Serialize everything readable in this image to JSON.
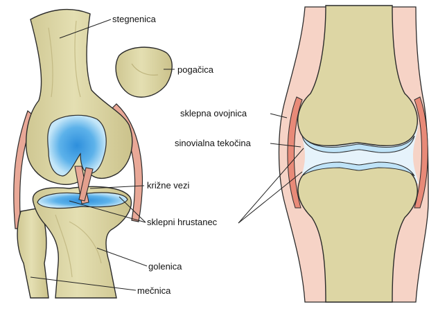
{
  "labels": {
    "femur": "stegnenica",
    "patella": "pogačica",
    "cruciate": "križne vezi",
    "cartilage": "sklepni hrustanec",
    "tibia": "golenica",
    "fibula": "mečnica",
    "capsule": "sklepna ovojnica",
    "synovial": "sinovialna tekočina"
  },
  "colors": {
    "bone": "#ddd6a4",
    "bone_shade": "#c9c089",
    "cartilage_blue": "#4aa7e3",
    "cartilage_light": "#bfe3f7",
    "ligament": "#e9a897",
    "capsule": "#f2c0b2",
    "capsule_line": "#e88a78",
    "synovial": "#e6f3fb",
    "outline": "#2a2a2a"
  }
}
